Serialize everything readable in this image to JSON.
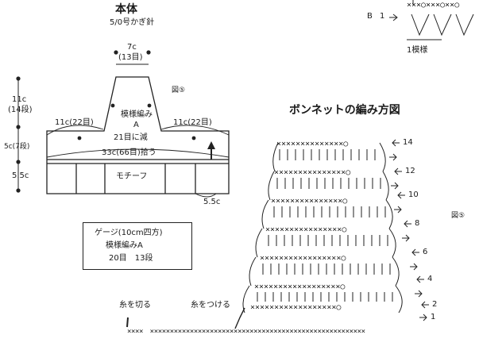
{
  "body": {
    "title": "本体",
    "needle": "5/0号かぎ針",
    "top_width": "7c",
    "top_stitches": "(13目)",
    "height_upper_cm": "11c",
    "height_upper_rows": "(14段)",
    "height_mid": "5c(7段)",
    "height_lower": "5.5c",
    "left_shoulder": "11c(22目)",
    "right_shoulder": "11c(22目)",
    "pattern_name": "模様編み",
    "pattern_letter": "A",
    "decrease": "21目に減",
    "pickup": "33c(66目)拾う",
    "motif": "モチーフ",
    "motif_height": "5.5c",
    "figure_ref": "図⑤"
  },
  "gauge": {
    "title": "ゲージ(10cm四方)",
    "pattern": "模様編みA",
    "counts": "20目　13段"
  },
  "chart": {
    "title": "ボンネットの編み方図",
    "figure_ref": "図⑤",
    "row_labels": [
      "14",
      "12",
      "10",
      "8",
      "6",
      "4",
      "2",
      "1"
    ],
    "cut_yarn": "糸を切る",
    "attach_yarn": "糸をつける",
    "chain_row": "××××　××××××××××××××××××××××××××××××××××××××××××××××××××××××"
  },
  "inset": {
    "row_letter": "B",
    "row_number": "1",
    "caption": "1模様",
    "stitches": "×××○×××○××○"
  }
}
